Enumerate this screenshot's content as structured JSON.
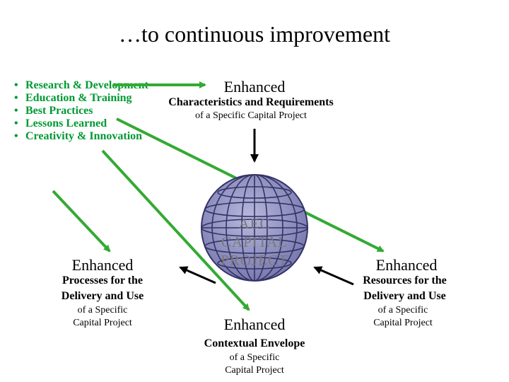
{
  "title": "…to continuous improvement",
  "bullets": [
    "Research & Development",
    "Education & Training",
    "Best Practices",
    "Lessons Learned",
    "Creativity & Innovation"
  ],
  "top_block": {
    "enhanced": "Enhanced",
    "heading": "Characteristics and Requirements",
    "detail": "of a Specific Capital Project"
  },
  "left_block": {
    "enhanced": "Enhanced",
    "heading_line1": "Processes for the",
    "heading_line2": "Delivery and Use",
    "detail_line1": "of a Specific",
    "detail_line2": "Capital Project"
  },
  "right_block": {
    "enhanced": "Enhanced",
    "heading_line1": "Resources for the",
    "heading_line2": "Delivery and Use",
    "detail_line1": "of a Specific",
    "detail_line2": "Capital Project"
  },
  "bottom_block": {
    "enhanced": "Enhanced",
    "heading": "Contextual Envelope",
    "detail_line1": "of a Specific",
    "detail_line2": "Capital Project"
  },
  "globe": {
    "line1": "AEC",
    "line2": "CAPITAL",
    "line3": "PROJECT"
  },
  "colors": {
    "green_arrow": "#33aa33",
    "black_arrow": "#000000",
    "globe_fill": "#8888bb",
    "globe_grid": "#333366",
    "bullet_text": "#009933"
  }
}
